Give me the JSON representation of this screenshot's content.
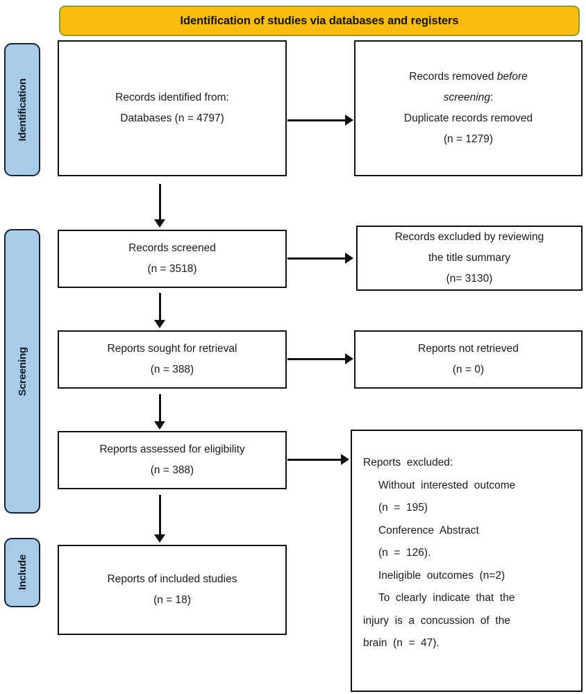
{
  "banner": {
    "title": "Identification of studies via databases and registers"
  },
  "stages": [
    {
      "name": "identification",
      "label": "Identification"
    },
    {
      "name": "screening",
      "label": "Screening"
    },
    {
      "name": "include",
      "label": "Include"
    }
  ],
  "boxes": {
    "identified": {
      "line1": "Records identified from:",
      "line2": "Databases (n = 4797)",
      "count": 4797
    },
    "removed": {
      "line1_a": "Records removed ",
      "line1_b": "before",
      "line2_a": "screening",
      "line2_b": ":",
      "line3": "Duplicate records removed",
      "line4": "(n = 1279)",
      "count": 1279
    },
    "screened": {
      "line1": "Records screened",
      "line2": "(n = 3518)",
      "count": 3518
    },
    "excluded_title": {
      "line1": "Records excluded by reviewing",
      "line2": "the title summary",
      "line3": "(n= 3130)",
      "count": 3130
    },
    "sought": {
      "line1": "Reports sought for retrieval",
      "line2": "(n = 388)",
      "count": 388
    },
    "not_retrieved": {
      "line1": "Reports not retrieved",
      "line2": "(n = 0)",
      "count": 0
    },
    "assessed": {
      "line1": "Reports assessed for eligibility",
      "line2": "(n = 388)",
      "count": 388
    },
    "excluded_reasons": {
      "line1": "Reports  excluded:",
      "line2": "Without  interested  outcome",
      "line3": "(n  =  195)",
      "line4": "Conference  Abstract",
      "line5": "(n  =  126).",
      "line6": "Ineligible  outcomes  (n=2)",
      "line7": "To  clearly  indicate  that  the",
      "line8": "injury  is  a  concussion  of  the",
      "line9": "brain  (n  =  47).",
      "counts": {
        "without_interested_outcome": 195,
        "conference_abstract": 126,
        "ineligible_outcomes": 2,
        "not_concussion_of_brain": 47
      }
    },
    "included": {
      "line1": "Reports of included studies",
      "line2": "(n = 18)",
      "count": 18
    }
  },
  "colors": {
    "banner_fill": "#FBBC10",
    "banner_border": "#8a9a30",
    "stage_fill": "#A8CBEA",
    "stage_border": "#16222e",
    "box_border": "#111111",
    "text": "#1a1a1a"
  }
}
